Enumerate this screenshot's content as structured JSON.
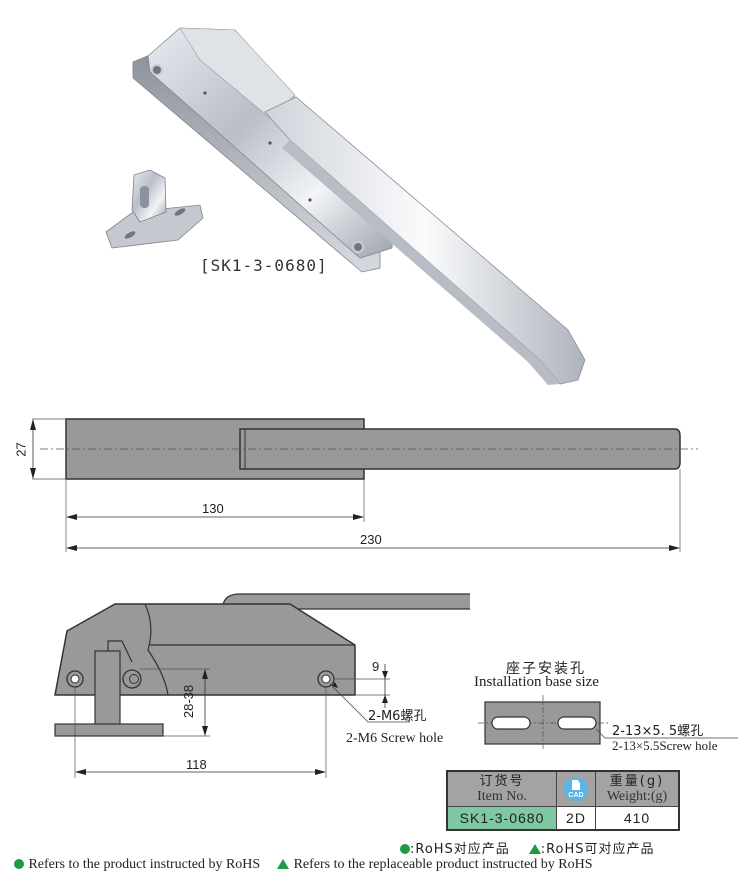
{
  "product": {
    "model_label": "[SK1-3-0680]",
    "photo_alt": "chrome refrigerator door latch with strike keeper"
  },
  "top_view": {
    "dimensions": {
      "height": "27",
      "body_length": "130",
      "total_length": "230"
    }
  },
  "side_view": {
    "dimensions": {
      "hole_offset": "9",
      "strike_range": "28-38",
      "hole_spacing": "118"
    },
    "screw_hole": {
      "label_zh": "2-M6螺孔",
      "label_en": "2-M6 Screw hole"
    }
  },
  "base": {
    "title_zh": "座子安装孔",
    "title_en": "Installation base size",
    "slot_label_zh": "2-13×5. 5螺孔",
    "slot_label_en": "2-13×5.5Screw hole"
  },
  "spec_table": {
    "headers": {
      "item_zh": "订货号",
      "item_en": "Item No.",
      "cad_label": "CAD",
      "weight_zh": "重量(g)",
      "weight_en": "Weight:(g)"
    },
    "rows": [
      {
        "item_no": "SK1-3-0680",
        "cad": "2D",
        "weight": "410"
      }
    ],
    "colors": {
      "header_bg": "#a3a3a3",
      "item_cell_bg": "#7ec8a2",
      "cad_icon": "#5ab4e8"
    }
  },
  "legend": {
    "rohs_zh": ":RoHS对应产品",
    "replaceable_zh": ":RoHS可对应产品",
    "rohs_en": "Refers to the product instructed by RoHS",
    "replaceable_en": "Refers to the replaceable product instructed by RoHS",
    "marker_color": "#1e9a44"
  }
}
